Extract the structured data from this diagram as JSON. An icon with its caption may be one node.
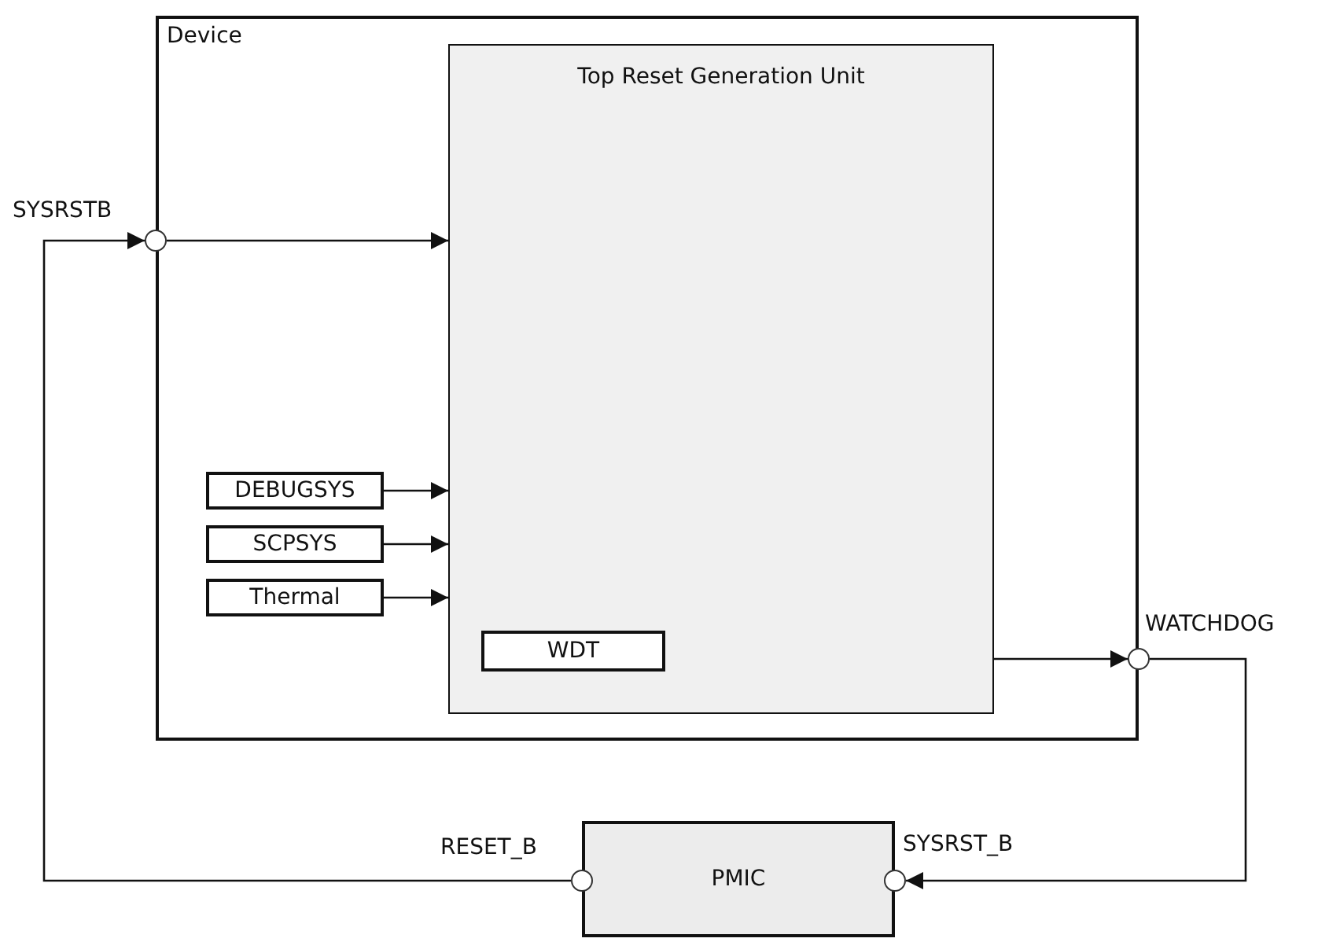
{
  "diagram": {
    "nodes": [
      {
        "text": [
          "Device"
        ]
      },
      {
        "text": [
          "Top Reset Generation Unit"
        ],
        "in": 0
      },
      {
        "text": [
          "WDT"
        ],
        "in": 1
      },
      {
        "text": [
          "DEBUGSYS"
        ],
        "in": 0
      },
      {
        "text": [
          "SCPSYS"
        ],
        "in": 0
      },
      {
        "text": [
          "Thermal"
        ],
        "in": 0
      },
      {
        "text": [],
        "shape": "circle",
        "beside": [
          "SYSRSTB"
        ]
      },
      {
        "text": [],
        "shape": "circle",
        "beside": [
          "WATCHDOG"
        ]
      },
      {
        "text": [
          "PMIC"
        ]
      },
      {
        "text": [],
        "shape": "circle",
        "beside": [
          "RESET_B"
        ]
      },
      {
        "text": [],
        "shape": "circle",
        "beside": [
          "SYSRST_B"
        ]
      }
    ],
    "edges": [
      {
        "from": 6,
        "to": 1,
        "arrow": "to"
      },
      {
        "from": 3,
        "to": 1,
        "arrow": "to"
      },
      {
        "from": 4,
        "to": 1,
        "arrow": "to"
      },
      {
        "from": 5,
        "to": 1,
        "arrow": "to"
      },
      {
        "from": 1,
        "to": 7,
        "arrow": "to"
      },
      {
        "from": 7,
        "to": 10,
        "arrow": "to"
      },
      {
        "from": 9,
        "to": 6,
        "arrow": "to"
      }
    ]
  }
}
